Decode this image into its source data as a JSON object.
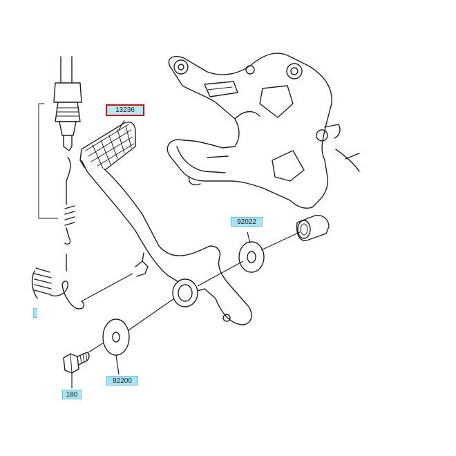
{
  "diagram": {
    "part_labels": {
      "brake_pedal": "13236",
      "bushing_washer": "92022",
      "pivot_washer": "92200",
      "pivot_bolt": "180"
    },
    "colors": {
      "label_fill": "#a9e4f2",
      "label_border": "#6cc4dc",
      "selected_border": "#c8101a",
      "line": "#1e1e1e"
    }
  }
}
